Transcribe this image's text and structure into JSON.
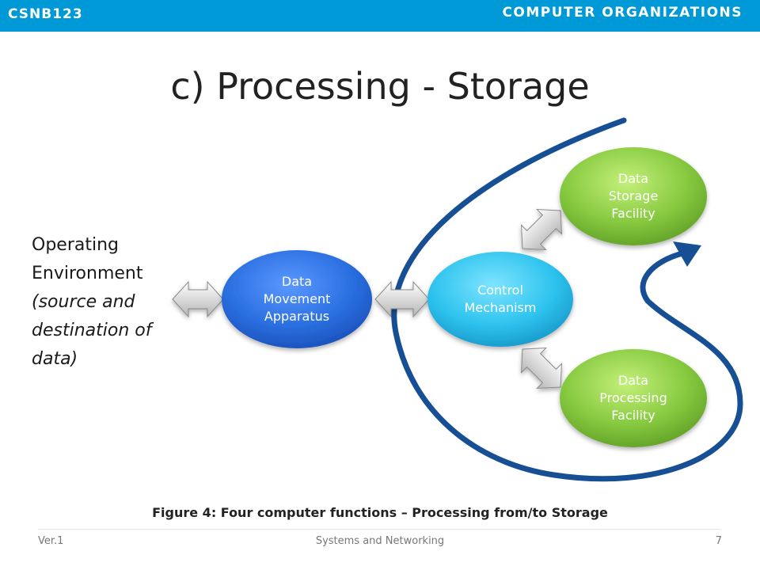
{
  "header": {
    "course_code": "CSNB123",
    "subject": "COMPUTER ORGANIZATIONS"
  },
  "slide": {
    "title": "c) Processing - Storage"
  },
  "environment": {
    "line1": "Operating",
    "line2": "Environment",
    "line3": "(source and",
    "line4": "destination of",
    "line5": "data)"
  },
  "nodes": {
    "movement": "Data\nMovement\nApparatus",
    "control": "Control\nMechanism",
    "storage": "Data\nStorage\nFacility",
    "processing": "Data\nProcessing\nFacility"
  },
  "colors": {
    "header_bar": "#0099d8",
    "movement_node": "#1f5fd0",
    "control_node": "#1fb8e8",
    "facility_node": "#7ac142",
    "flow_arrow": "#174f94"
  },
  "caption": "Figure 4: Four computer functions – Processing from/to Storage",
  "footer": {
    "version": "Ver.1",
    "center": "Systems and Networking",
    "page": "7"
  }
}
